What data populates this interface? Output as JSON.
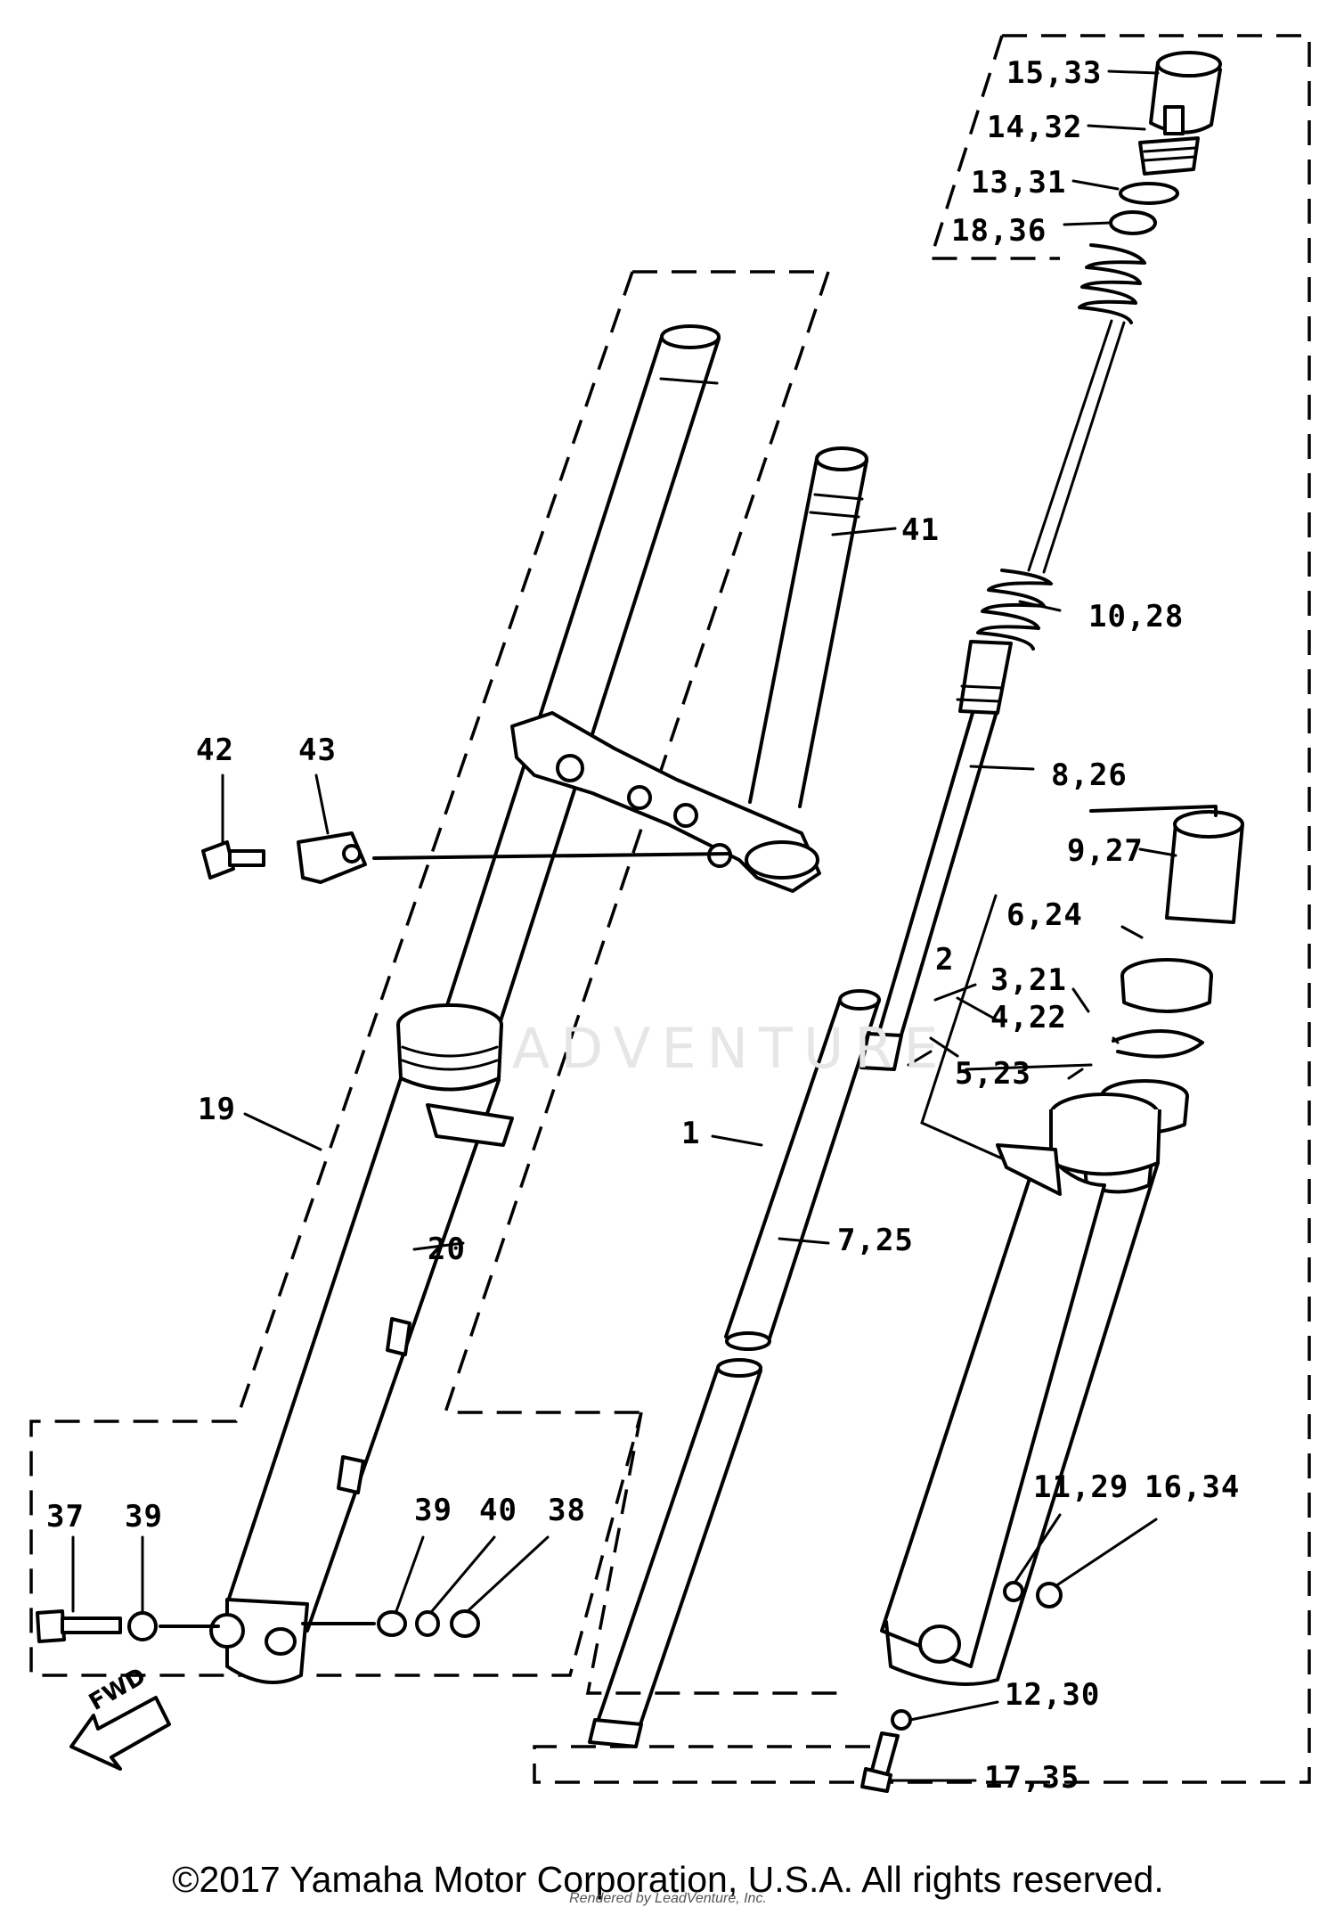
{
  "diagram": {
    "callouts": [
      {
        "id": "c15",
        "label": "15,33"
      },
      {
        "id": "c14",
        "label": "14,32"
      },
      {
        "id": "c13",
        "label": "13,31"
      },
      {
        "id": "c18",
        "label": "18,36"
      },
      {
        "id": "c41",
        "label": "41"
      },
      {
        "id": "c10",
        "label": "10,28"
      },
      {
        "id": "c8",
        "label": "8,26"
      },
      {
        "id": "c42",
        "label": "42"
      },
      {
        "id": "c43",
        "label": "43"
      },
      {
        "id": "c9",
        "label": "9,27"
      },
      {
        "id": "c6",
        "label": "6,24"
      },
      {
        "id": "c2",
        "label": "2"
      },
      {
        "id": "c3",
        "label": "3,21"
      },
      {
        "id": "c4",
        "label": "4,22"
      },
      {
        "id": "c5",
        "label": "5,23"
      },
      {
        "id": "c19",
        "label": "19"
      },
      {
        "id": "c1",
        "label": "1"
      },
      {
        "id": "c7",
        "label": "7,25"
      },
      {
        "id": "c20",
        "label": "20"
      },
      {
        "id": "c11",
        "label": "11,29"
      },
      {
        "id": "c16",
        "label": "16,34"
      },
      {
        "id": "c37",
        "label": "37"
      },
      {
        "id": "c39a",
        "label": "39"
      },
      {
        "id": "c39b",
        "label": "39"
      },
      {
        "id": "c40",
        "label": "40"
      },
      {
        "id": "c38",
        "label": "38"
      },
      {
        "id": "c12",
        "label": "12,30"
      },
      {
        "id": "c17",
        "label": "17,35"
      }
    ],
    "fwd_label": "FWD",
    "watermark": "ADVENTURE"
  },
  "footer": {
    "copyright": "©2017 Yamaha Motor Corporation, U.S.A. All rights reserved.",
    "rendered_by": "Rendered by LeadVenture, Inc."
  }
}
